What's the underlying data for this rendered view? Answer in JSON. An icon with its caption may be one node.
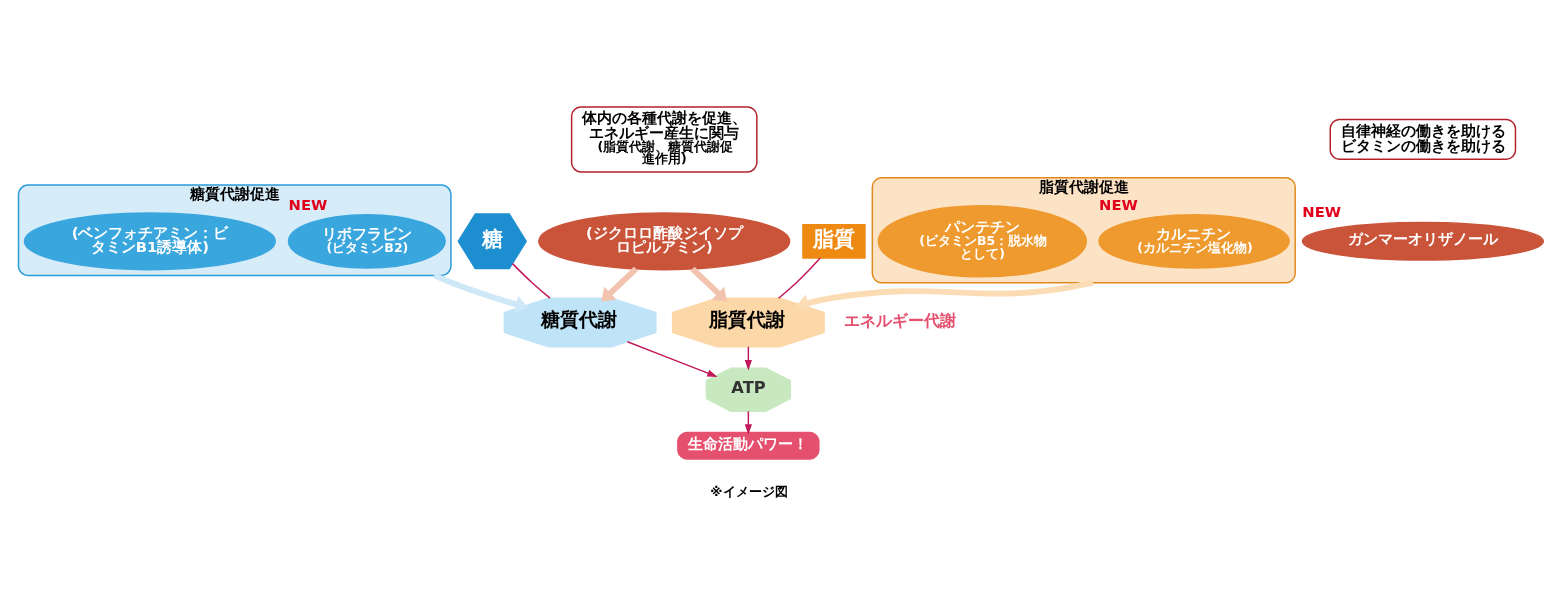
{
  "diagram": {
    "nodes": [
      {
        "text": [
          "糖質代謝促進"
        ]
      },
      {
        "text": [
          "リボフラビン",
          "(ビタミンB2)"
        ],
        "in": 0,
        "beside": [
          "NEW"
        ]
      },
      {
        "text": [
          "(ベンフォチアミン：ビタミンB1誘導体)"
        ],
        "in": 0
      },
      {
        "text": [
          "糖"
        ]
      },
      {
        "text": [
          "自律神経の働きを助けるビタミンの働きを助ける"
        ]
      },
      {
        "text": [
          "ガンマーオリザノール"
        ],
        "beside": [
          "NEW"
        ]
      },
      {
        "text": [
          "体内の各種代謝を促進、エネルギー産生に関与",
          "(脂質代謝、糖質代謝促進作用)"
        ]
      },
      {
        "text": [
          "(ジクロロ酢酸ジイソプロピルアミン)"
        ]
      },
      {
        "text": [
          "脂質"
        ]
      },
      {
        "text": [
          "糖質代謝"
        ]
      },
      {
        "text": [
          "脂質代謝"
        ]
      },
      {
        "text": [
          "ATP"
        ]
      },
      {
        "text": [
          "生命活動パワー！"
        ]
      },
      {
        "text": [
          "脂質代謝促進"
        ]
      },
      {
        "text": [
          "カルニチン",
          "(カルニチン塩化物)"
        ],
        "in": 13,
        "beside": [
          "NEW"
        ]
      },
      {
        "text": [
          "パンテチン",
          "(ビタミンB5：脱水物として)"
        ],
        "in": 13
      }
    ],
    "edges": [
      {
        "from": 0,
        "to": 9,
        "arrow": "to",
        "style": "thick",
        "color": "#cfe8f7"
      },
      {
        "from": 3,
        "to": 9,
        "arrow": "none"
      },
      {
        "from": 7,
        "to": 9,
        "arrow": "to",
        "style": "thick",
        "color": "#f2c4b0"
      },
      {
        "from": 7,
        "to": 10,
        "arrow": "to",
        "style": "thick",
        "color": "#f2c4b0"
      },
      {
        "from": 8,
        "to": 10,
        "arrow": "none"
      },
      {
        "from": 13,
        "to": 10,
        "arrow": "to",
        "style": "thick",
        "color": "#fbdcb5"
      },
      {
        "from": 9,
        "to": 11,
        "arrow": "to"
      },
      {
        "from": 10,
        "to": 11,
        "arrow": "to"
      },
      {
        "from": 11,
        "to": 12,
        "arrow": "to"
      }
    ],
    "labels": [
      "エネルギー代謝",
      "※イメージ図"
    ]
  }
}
